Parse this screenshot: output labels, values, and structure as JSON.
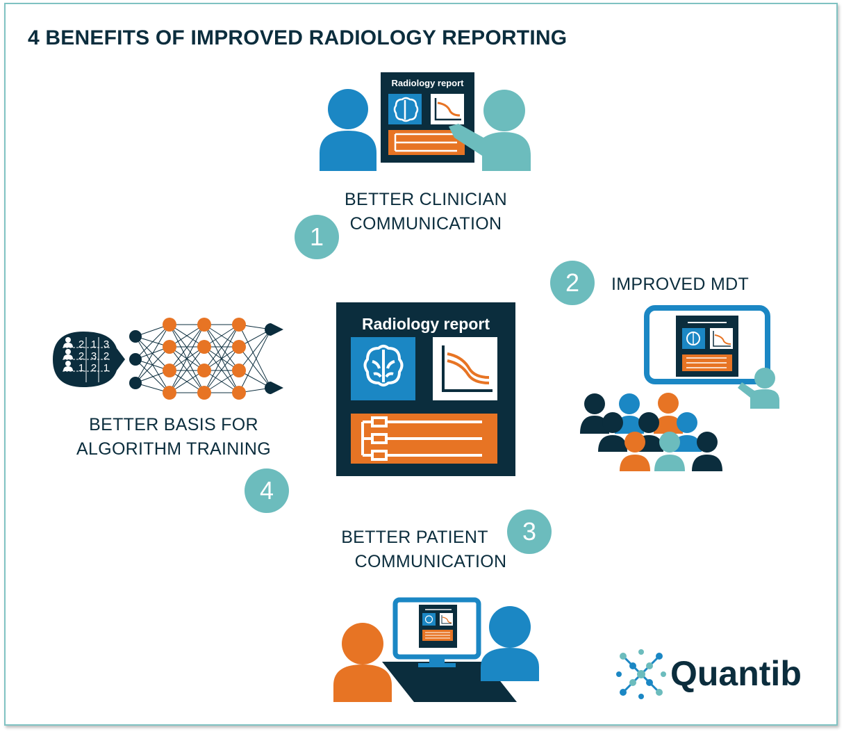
{
  "title": "4 BENEFITS OF IMPROVED RADIOLOGY REPORTING",
  "center_report": {
    "title": "Radiology report"
  },
  "benefits": [
    {
      "number": "1",
      "line1": "BETTER CLINICIAN",
      "line2": "COMMUNICATION",
      "report_title": "Radiology report"
    },
    {
      "number": "2",
      "line1": "IMPROVED MDT"
    },
    {
      "number": "3",
      "line1": "BETTER PATIENT",
      "line2": "COMMUNICATION"
    },
    {
      "number": "4",
      "line1": "BETTER BASIS FOR",
      "line2": "ALGORITHM TRAINING"
    }
  ],
  "data_table": {
    "rows": [
      [
        "2",
        "1",
        "3"
      ],
      [
        "2",
        "3",
        "2"
      ],
      [
        "1",
        "2",
        "1"
      ]
    ]
  },
  "logo": {
    "name": "Quantib"
  },
  "colors": {
    "navy": "#0b2d3d",
    "teal": "#6cbcbd",
    "blue": "#1b87c4",
    "orange": "#e77424"
  }
}
